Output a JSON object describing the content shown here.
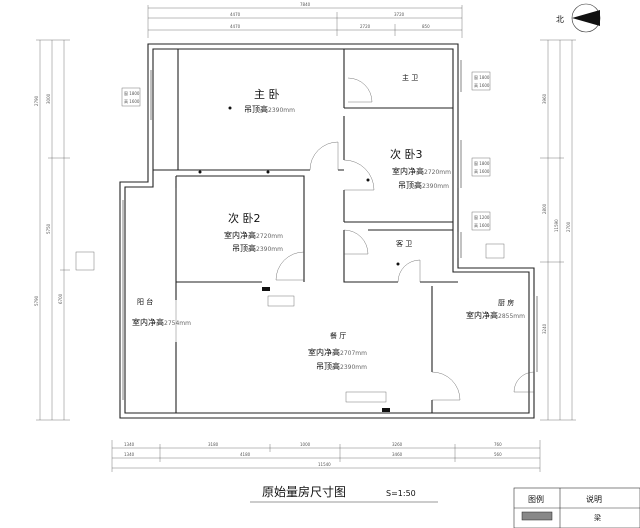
{
  "compass": {
    "label": "北"
  },
  "rooms": {
    "master": {
      "name": "主 卧",
      "line1": "吊顶高",
      "line1_val": "2390mm"
    },
    "bath_main": {
      "name": "主 卫"
    },
    "bed3": {
      "name": "次 卧3",
      "line1": "室内净高",
      "line1_val": "2720mm",
      "line2": "吊顶高",
      "line2_val": "2390mm"
    },
    "bed2": {
      "name": "次 卧2",
      "line1": "室内净高",
      "line1_val": "2720mm",
      "line2": "吊顶高",
      "line2_val": "2390mm"
    },
    "bath_guest": {
      "name": "客 卫"
    },
    "kitchen": {
      "name": "厨 房",
      "line1": "室内净高",
      "line1_val": "2855mm"
    },
    "balcony": {
      "name": "阳 台",
      "line1": "室内净高",
      "line1_val": "2754mm"
    },
    "dining": {
      "name": "餐 厅",
      "line1": "室内净高",
      "line1_val": "2707mm",
      "line2": "吊顶高",
      "line2_val": "2390mm"
    }
  },
  "dims_top": {
    "overall": "7840",
    "row2": [
      "4470",
      "3720"
    ],
    "row3": [
      "4470",
      "2720",
      "850"
    ]
  },
  "dims_bottom": {
    "row1": [
      "1340",
      "3180",
      "1000",
      "3260",
      "760"
    ],
    "row2": [
      "1340",
      "4180",
      "3460",
      "560"
    ],
    "overall": "11540"
  },
  "dims_left": [
    "2790",
    "5790",
    "3000",
    "5750",
    "6700"
  ],
  "dims_right": [
    "3960",
    "2800",
    "3240",
    "11590",
    "2700"
  ],
  "window_tags": [
    "窗 1800",
    "高 1600",
    "窗 1800",
    "高 1600",
    "窗 1800",
    "高 1600",
    "窗 1200",
    "高 1600"
  ],
  "title": "原始量房尺寸图",
  "scale": "S=1:50",
  "legend": {
    "col1": "图例",
    "col2": "说明",
    "row_text": "梁"
  }
}
